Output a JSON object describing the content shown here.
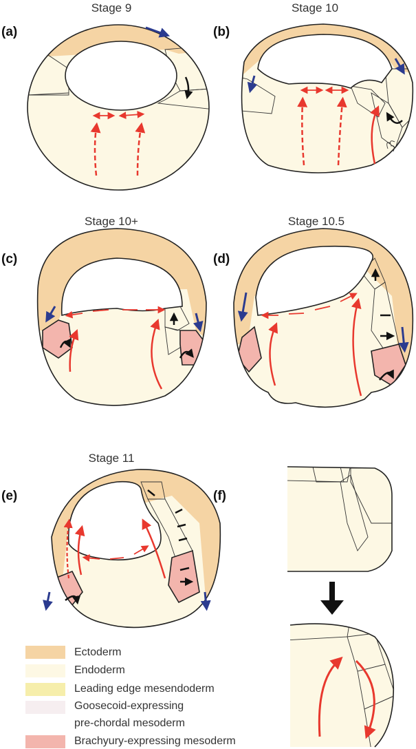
{
  "titles": {
    "a": "Stage 9",
    "b": "Stage 10",
    "c": "Stage 10+",
    "d": "Stage 10.5",
    "e": "Stage 11"
  },
  "panel_labels": {
    "a": "(a)",
    "b": "(b)",
    "c": "(c)",
    "d": "(d)",
    "e": "(e)",
    "f": "(f)"
  },
  "legend": [
    {
      "label": "Ectoderm",
      "color": "#f5d4a4"
    },
    {
      "label": "Endoderm",
      "color": "#fdf8e4"
    },
    {
      "label": "Leading edge mesendoderm",
      "color": "#f6eeab"
    },
    {
      "label": "Goosecoid-expressing",
      "label2": "pre-chordal mesoderm",
      "color": "#f6eef0"
    },
    {
      "label": "Brachyury-expressing mesoderm",
      "color": "#f3b5ad"
    }
  ],
  "colors": {
    "movement_red": "#e8382e",
    "epiboly_blue": "#2b3b8f",
    "mesoderm_black": "#111111"
  }
}
